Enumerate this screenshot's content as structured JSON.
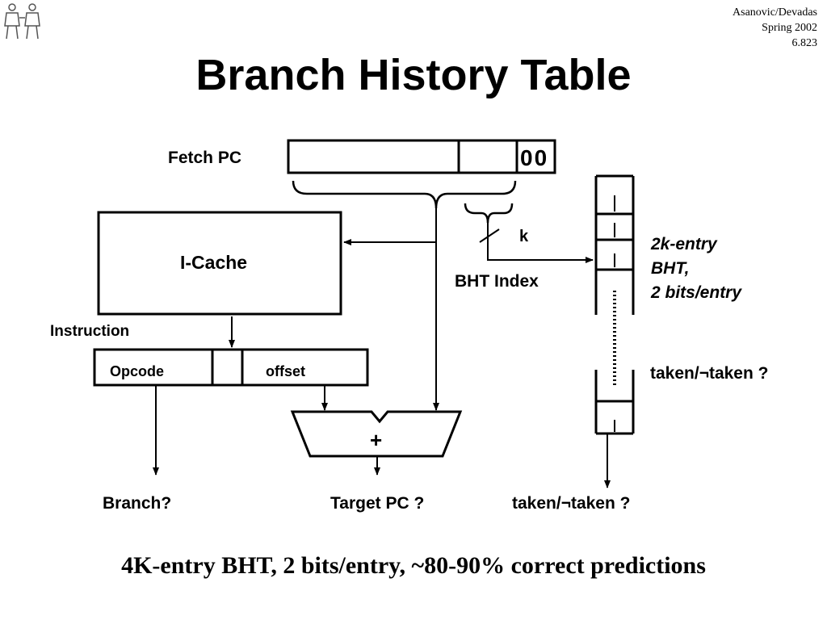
{
  "header": {
    "title": "Branch History Table",
    "credits": [
      "Asanovic/Devadas",
      "Spring 2002",
      "6.823"
    ]
  },
  "diagram": {
    "fetch_pc_label": "Fetch PC",
    "pc_low_bits": "00",
    "k_label": "k",
    "bht_index_label": "BHT Index",
    "icache_label": "I-Cache",
    "instruction_label": "Instruction",
    "opcode_label": "Opcode",
    "offset_label": "offset",
    "adder_label": "+",
    "bht_description": [
      "2k-entry",
      "BHT,",
      "2 bits/entry"
    ],
    "taken_side_label": "taken/¬taken ?",
    "outputs": {
      "branch": "Branch?",
      "target_pc": "Target PC ?",
      "taken": "taken/¬taken ?"
    }
  },
  "footer": {
    "summary": "4K-entry BHT, 2 bits/entry, ~80-90% correct predictions"
  }
}
